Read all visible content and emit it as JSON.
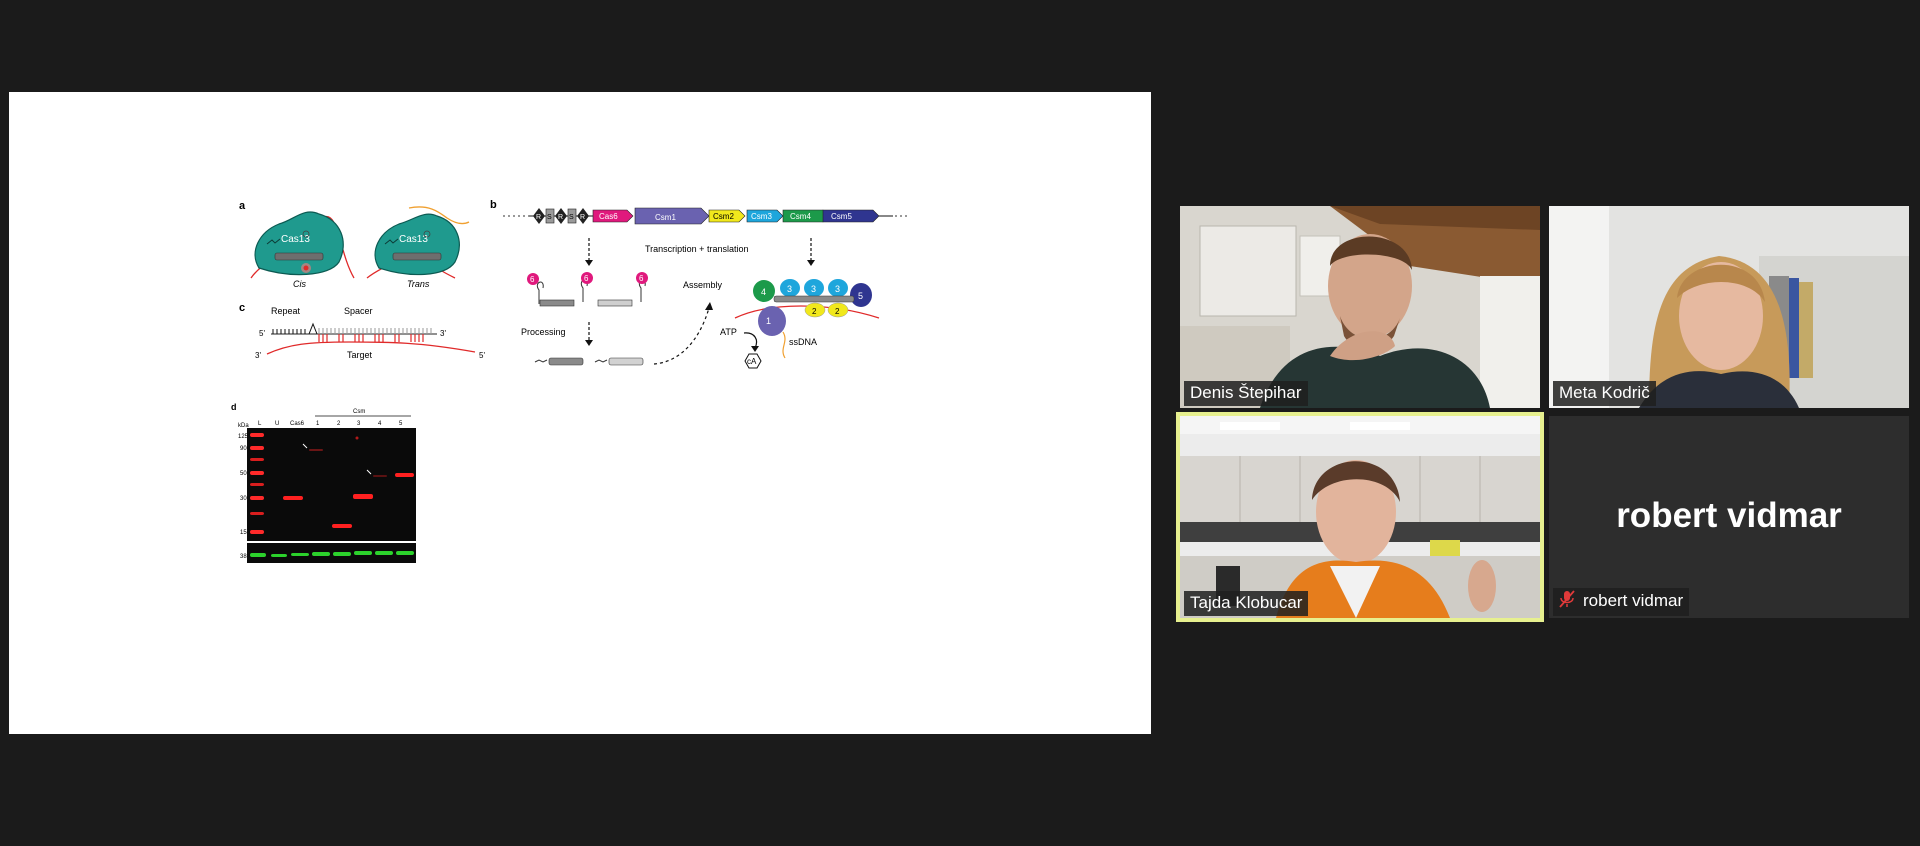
{
  "shared_content": {
    "panel_labels": [
      "a",
      "b",
      "c",
      "d"
    ],
    "panel_a": {
      "protein": "Cas13",
      "left_caption": "Cis",
      "right_caption": "Trans"
    },
    "panel_b": {
      "array_boxes": [
        "R",
        "S",
        "R",
        "S",
        "R"
      ],
      "genes": [
        "Cas6",
        "Csm1",
        "Csm2",
        "Csm3",
        "Csm4",
        "Csm5"
      ],
      "transcription": "Transcription + translation",
      "processing": "Processing",
      "assembly": "Assembly",
      "atp": "ATP",
      "ca": "cA",
      "ssdna": "ssDNA",
      "cas6_marker": "6",
      "complex_subunits": [
        "4",
        "3",
        "3",
        "3",
        "5",
        "1",
        "2",
        "2"
      ]
    },
    "panel_c": {
      "repeat": "Repeat",
      "spacer": "Spacer",
      "target": "Target",
      "end_5a": "5'",
      "end_3a": "3'",
      "end_3b": "3'",
      "end_5b": "5'"
    },
    "panel_d": {
      "unit": "kDa",
      "markers": [
        "125",
        "90",
        "50",
        "30",
        "15"
      ],
      "loading_marker": "38",
      "lanes": [
        "L",
        "U",
        "Cas6",
        "1",
        "2",
        "3",
        "4",
        "5"
      ],
      "group_label": "Csm"
    }
  },
  "participants": [
    {
      "name": "Denis Štepihar",
      "video": true,
      "speaking": false
    },
    {
      "name": "Meta Kodrič",
      "video": true,
      "speaking": false
    },
    {
      "name": "Tajda Klobucar",
      "video": true,
      "speaking": true
    },
    {
      "name": "robert vidmar",
      "video": false,
      "muted": true,
      "speaking": false
    }
  ],
  "colors": {
    "background": "#1b1b1b",
    "speaker_highlight": "#e7f08f",
    "cas13_teal": "#1f9a8e",
    "cas6_magenta": "#e0197d",
    "csm1_purple": "#6a62b0",
    "csm2_yellow": "#f1e81c",
    "csm3_blue": "#1ea6dc",
    "csm4_green": "#1c9a4a",
    "csm5_navy": "#2f3590",
    "rna_red": "#e02a2a",
    "blot_red": "#ff2020",
    "blot_green": "#2cd22c"
  }
}
